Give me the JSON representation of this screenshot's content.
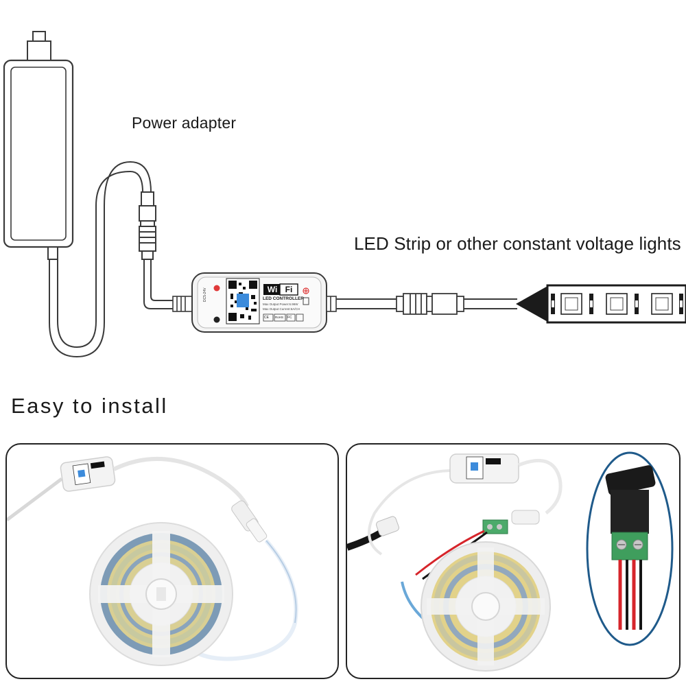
{
  "labels": {
    "power_adapter": "Power adapter",
    "led_strip": "LED Strip or other constant voltage lights",
    "easy_install": "Easy to install"
  },
  "controller": {
    "wifi_left": "Wi",
    "wifi_right": "Fi",
    "title": "LED CONTROLLER",
    "spec_line_1": "Max Output Power:6.96W",
    "spec_line_2": "Max Output Current:6A/CH",
    "certs": [
      "CE",
      "RoHS",
      "FC"
    ],
    "side_text": "DC5-24V"
  },
  "colors": {
    "line": "#3a3a3a",
    "panel_border": "#222222",
    "strip_black": "#1b1b1b",
    "oval_border": "#1f5a8a",
    "wire_red": "#d6252b",
    "wire_black": "#151515",
    "cable_blue": "#6aa8d8",
    "reel_yellow": "#e2d28a",
    "reel_blue": "#7d9bb6"
  }
}
